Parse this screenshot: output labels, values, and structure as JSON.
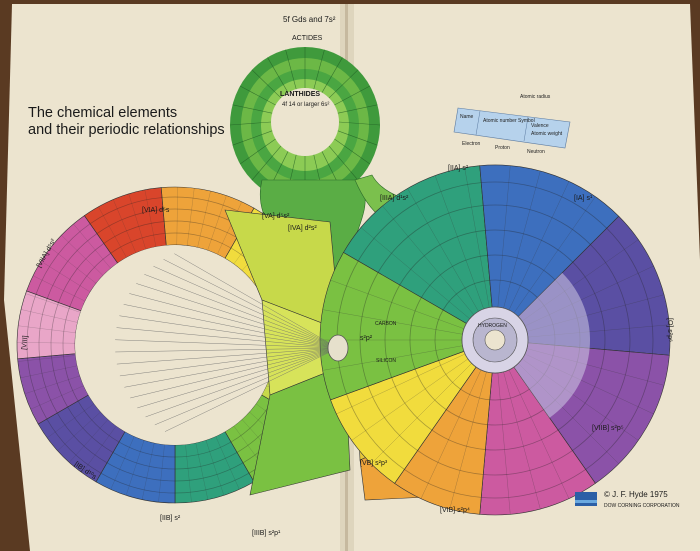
{
  "title": {
    "line1": "The chemical elements",
    "line2": "and their periodic relationships"
  },
  "top_loop": {
    "header": "5f Gds and 7s²",
    "actides": "ACTIDES",
    "lanthanides": "LANTHIDES",
    "lanthanides_sub": "4f 14 or larger 6s²"
  },
  "group_labels": {
    "via": "[VIA] d⁵s",
    "va": "[VA] d⁵s²",
    "iva": "[IVA] d²s²",
    "iiia": "[IIIA] d¹s²",
    "iia": "[IIA] s²",
    "ia": "[IA] s¹",
    "viia": "[VIIA] d⁵s²",
    "viii": "[VIII]",
    "ib": "[IB] d¹⁰s",
    "iib": "[IIB] s²",
    "iiib": "[IIIB] s²p¹",
    "vb": "[VB] s²p³",
    "vib": "[VIB] s²p⁴",
    "viib": "[VIIB] s²p⁵",
    "vo": "[O] s²p⁶",
    "sp": "s²p²"
  },
  "legend": {
    "atomic_radius": "Atomic radius",
    "name": "Name",
    "atomic_number_symbol": "Atomic number Symbol",
    "valence": "Valence",
    "atomic_weight": "Atomic weight",
    "electron": "Electron",
    "proton": "Proton",
    "neutron": "Neutron"
  },
  "credit": {
    "author": "© J. F. Hyde  1975",
    "org": "DOW CORNING CORPORATION"
  },
  "center_labels": {
    "hydrogen": "HYDROGEN",
    "carbon": "CARBON",
    "silicon": "SILICON"
  },
  "colors": {
    "background_wood": "#5a3a22",
    "page": "#ece4cf",
    "red": "#d9452b",
    "orange": "#eea33a",
    "yellow": "#f1dc3d",
    "yellow_green": "#c7d94a",
    "green": "#7ac142",
    "dark_green": "#3f9a3c",
    "teal": "#2fa07c",
    "blue": "#3d6fbe",
    "indigo": "#5a4fa3",
    "violet": "#8b52a8",
    "magenta": "#cc5aa0",
    "pink": "#e9a6c8"
  }
}
